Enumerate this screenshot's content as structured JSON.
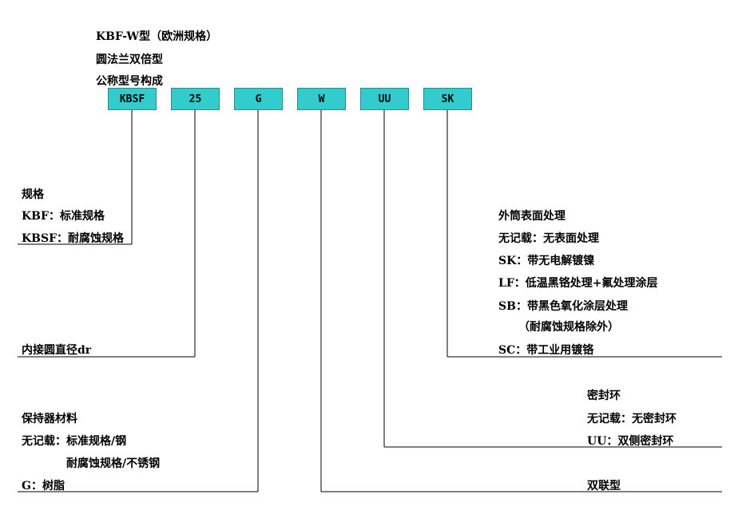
{
  "header": {
    "title": "KBF-W型（欧洲规格）",
    "line2": "圆法兰双倍型",
    "line3": "公称型号构成"
  },
  "code_boxes": [
    "KBSF",
    "25",
    "G",
    "W",
    "UU",
    "SK"
  ],
  "spec": {
    "heading": "规格",
    "items": [
      "KBF：标准规格",
      "KBSF：耐腐蚀规格"
    ]
  },
  "diameter": {
    "label": "内接圆直径dr"
  },
  "retainer": {
    "heading": "保持器材料",
    "items": [
      "无记载：标准规格/钢",
      "耐腐蚀规格/不锈钢",
      "G：树脂"
    ]
  },
  "double": {
    "label": "双联型"
  },
  "seal": {
    "heading": "密封环",
    "items": [
      "无记载：无密封环",
      "UU：双侧密封环"
    ]
  },
  "surface": {
    "heading": "外筒表面处理",
    "items": [
      "无记载：无表面处理",
      "SK：带无电解镀镍",
      "LF：低温黑铬处理+氟处理涂层",
      "SB：带黑色氧化涂层处理",
      "（耐腐蚀规格除外）",
      "SC：带工业用镀铬"
    ]
  }
}
